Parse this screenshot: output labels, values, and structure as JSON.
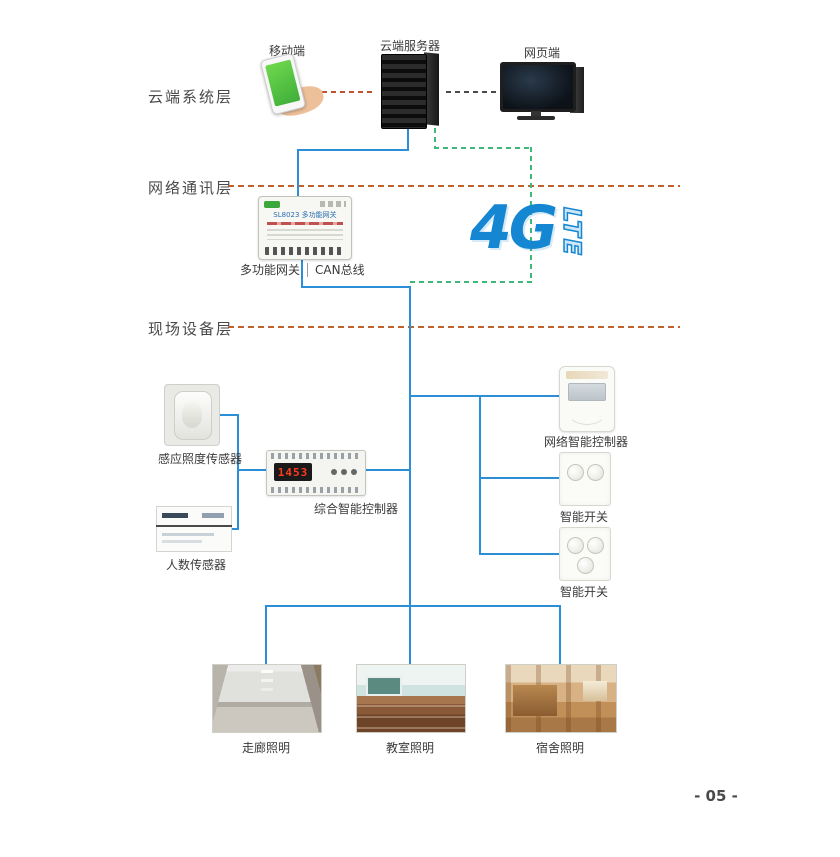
{
  "page": {
    "number": "- 05 -"
  },
  "layers": [
    {
      "id": "cloud",
      "label": "云端系统层"
    },
    {
      "id": "network",
      "label": "网络通讯层"
    },
    {
      "id": "field",
      "label": "现场设备层"
    }
  ],
  "cloud": {
    "mobile_label": "移动端",
    "server_label": "云端服务器",
    "web_label": "网页端"
  },
  "network": {
    "gateway_label": "多功能网关",
    "canbus_label": "CAN总线",
    "gateway_device_title": "SL8023 多功能网关",
    "lte_big": "4G",
    "lte_small": "LTE"
  },
  "field": {
    "lux_sensor_label": "感应照度传感器",
    "people_sensor_label": "人数传感器",
    "controller_label": "综合智能控制器",
    "controller_display": "1453",
    "net_controller_label": "网络智能控制器",
    "switch1_label": "智能开关",
    "switch2_label": "智能开关"
  },
  "scenes": [
    {
      "label": "走廊照明"
    },
    {
      "label": "教室照明"
    },
    {
      "label": "宿舍照明"
    }
  ],
  "colors": {
    "line_blue": "#2b8ed6",
    "dash_green": "#3cb878",
    "layer_dash_orange": "#c0622e",
    "phone_server_dash_red": "#c0532e",
    "lte_blue": "#1486d2"
  }
}
